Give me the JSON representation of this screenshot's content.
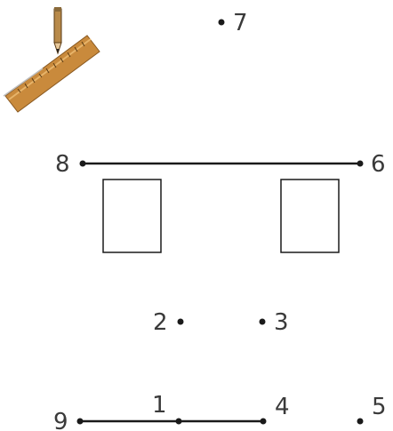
{
  "points": [
    {
      "id": "point-1",
      "label": "1"
    },
    {
      "id": "point-2",
      "label": "2"
    },
    {
      "id": "point-3",
      "label": "3"
    },
    {
      "id": "point-4",
      "label": "4"
    },
    {
      "id": "point-5",
      "label": "5"
    },
    {
      "id": "point-6",
      "label": "6"
    },
    {
      "id": "point-7",
      "label": "7"
    },
    {
      "id": "point-8",
      "label": "8"
    },
    {
      "id": "point-9",
      "label": "9"
    }
  ],
  "colors": {
    "ink": "#1a1a1a",
    "label": "#3a3a3a",
    "ruler": "#c98a3c",
    "ruler_dark": "#8a5a22",
    "pencil": "#b88a4a"
  },
  "icons": [
    "pencil-icon",
    "ruler-icon"
  ]
}
